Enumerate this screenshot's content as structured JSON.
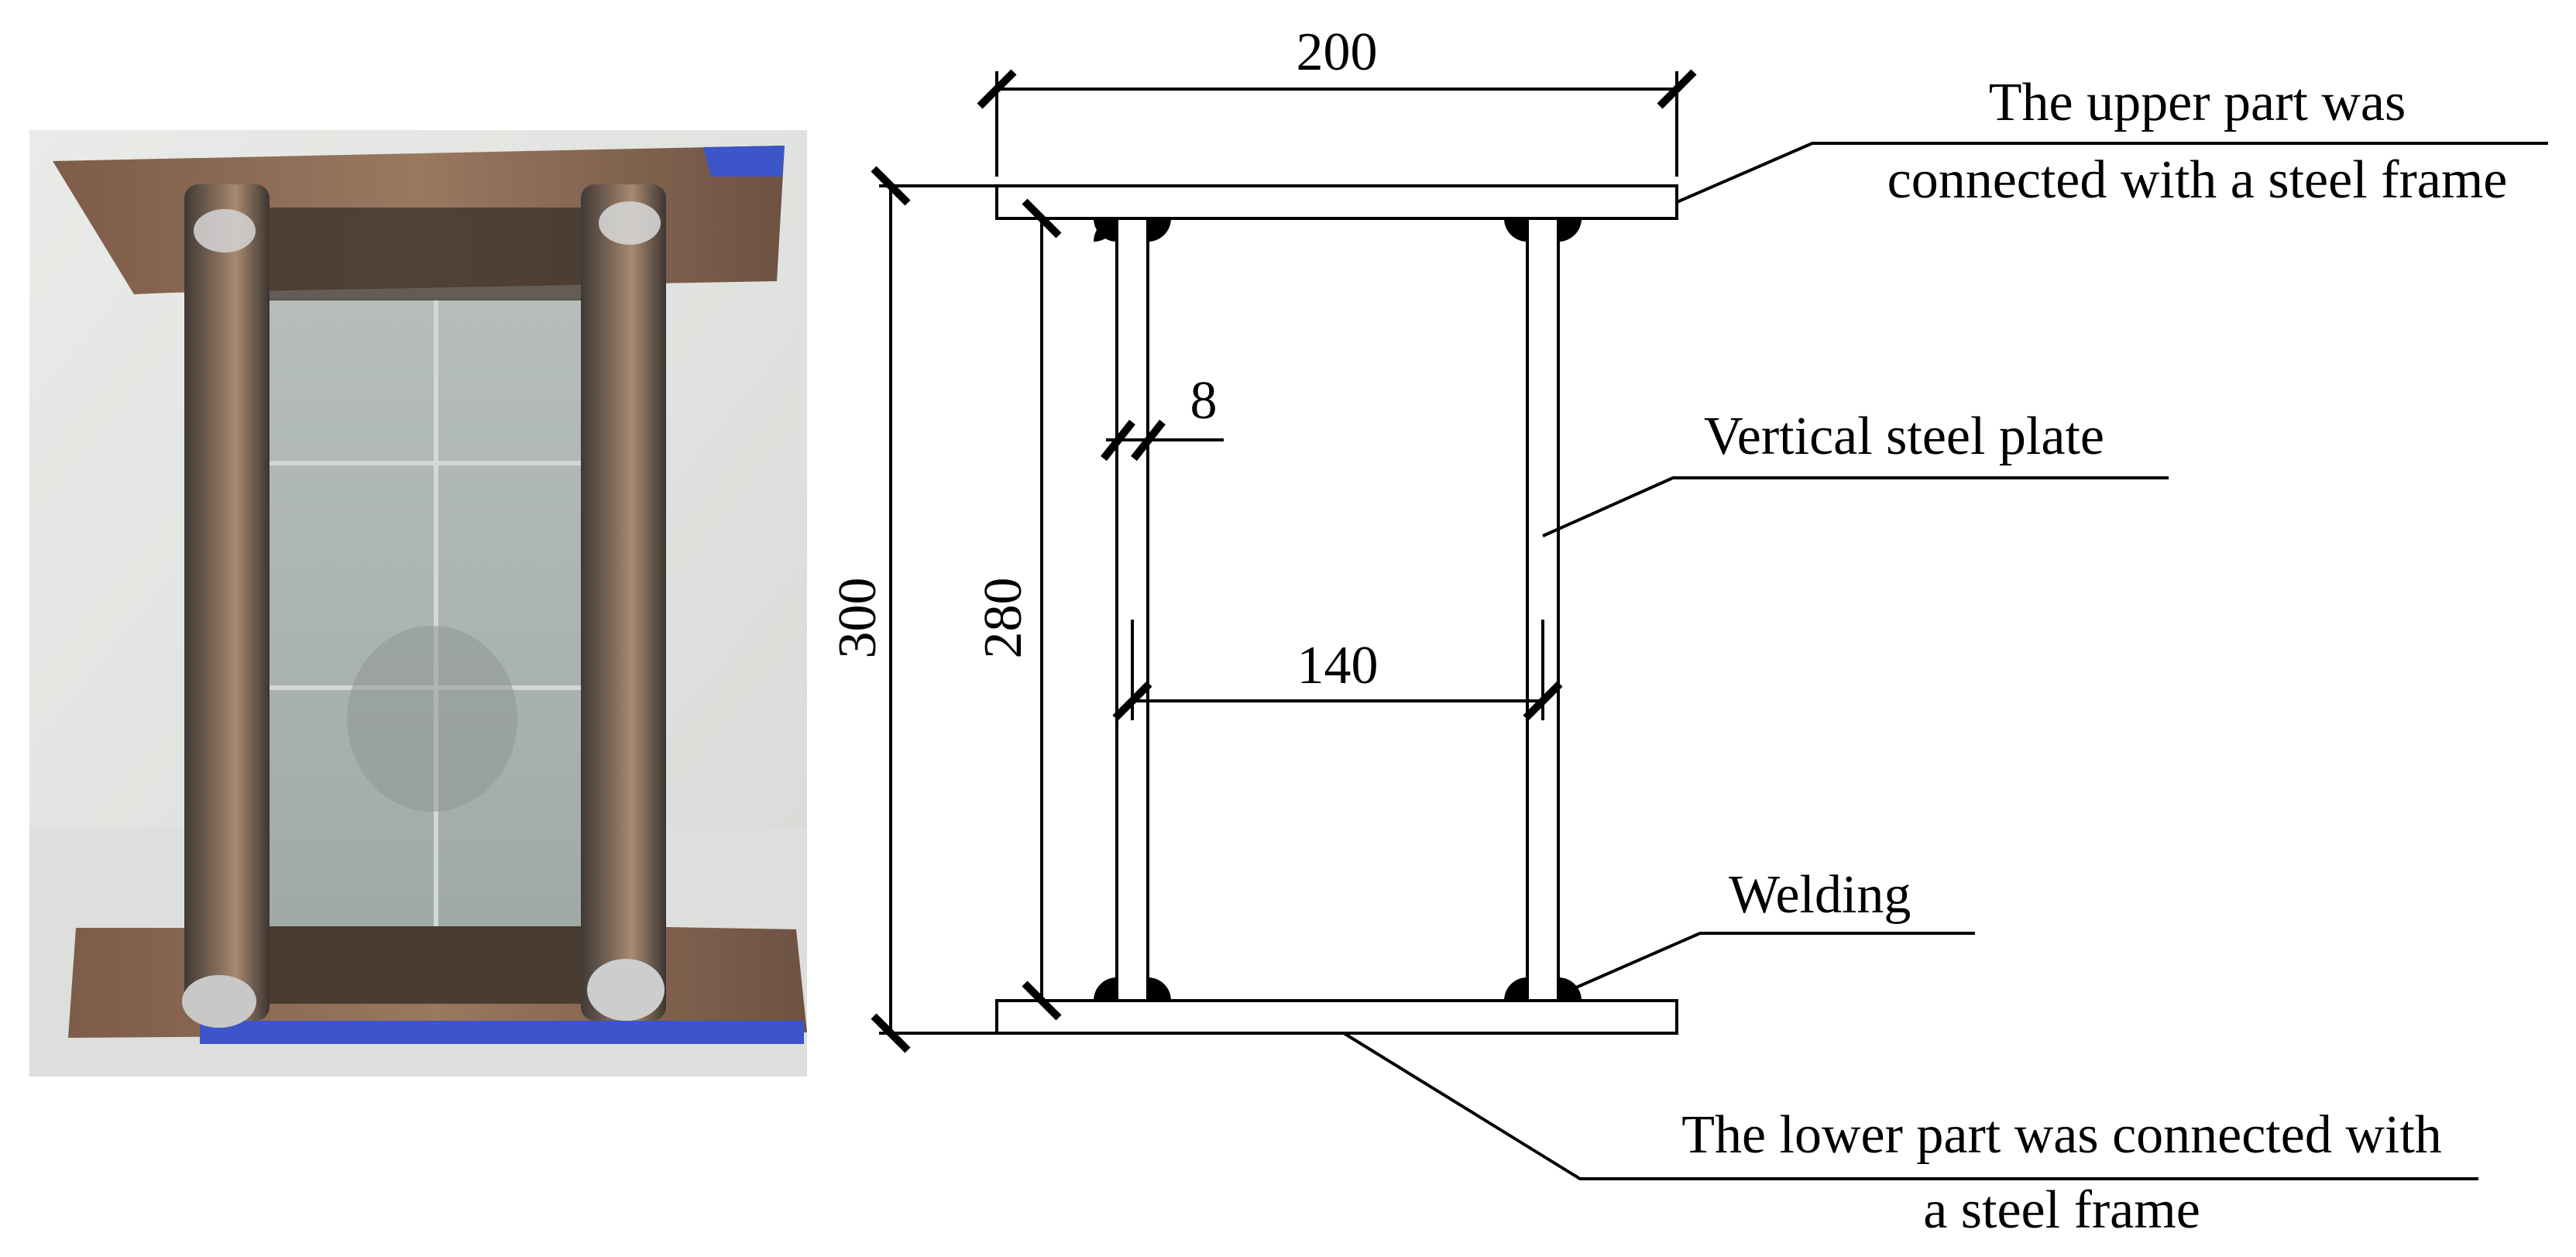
{
  "photo": {
    "subject": "welded steel specimen: two horizontal plates joined by two vertical plates",
    "colors": {
      "background": "#e4e6e3",
      "plate": "#8a6a52",
      "plate_edge": "#3c55c8",
      "weld": "#c4c4c4",
      "inner_glass": "#aeb7b2"
    }
  },
  "dimensions": {
    "overall_width": "200",
    "overall_height": "300",
    "inner_height": "280",
    "plate_thickness": "8",
    "plate_spacing": "140"
  },
  "labels": {
    "upper_line1": "The upper part was",
    "upper_line2": "connected with a steel frame",
    "vertical_plate": "Vertical steel plate",
    "welding": "Welding",
    "lower_line1": "The lower part was connected with",
    "lower_line2": "a steel frame"
  }
}
